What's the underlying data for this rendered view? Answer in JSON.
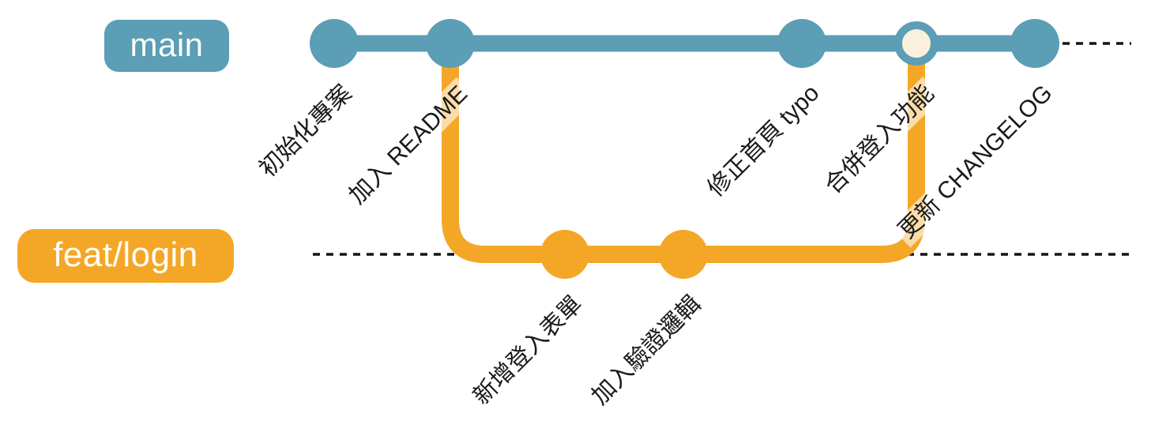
{
  "branches": {
    "main": {
      "label": "main",
      "color": "#5B9EB5",
      "commits": [
        {
          "label": "初始化專案",
          "type": "normal"
        },
        {
          "label": "加入 README",
          "type": "normal",
          "branch_point": true
        },
        {
          "label": "修正首頁 typo",
          "type": "normal"
        },
        {
          "label": "合併登入功能",
          "type": "merge",
          "merge_from": "feat/login"
        },
        {
          "label": "更新 CHANGELOG",
          "type": "normal"
        }
      ]
    },
    "feat_login": {
      "label": "feat/login",
      "color": "#F4A727",
      "commits": [
        {
          "label": "新增登入表單",
          "type": "normal"
        },
        {
          "label": "加入驗證邏輯",
          "type": "normal"
        }
      ]
    }
  },
  "colors": {
    "main_branch": "#5B9EB5",
    "feature_branch": "#F4A727",
    "merge_commit_fill": "#FAF1DC",
    "label_text": "#1A1A1A",
    "dashed_line": "#141414",
    "badge_text": "#FFFFFF",
    "label_highlight": "rgba(255,255,255,0.6)"
  }
}
